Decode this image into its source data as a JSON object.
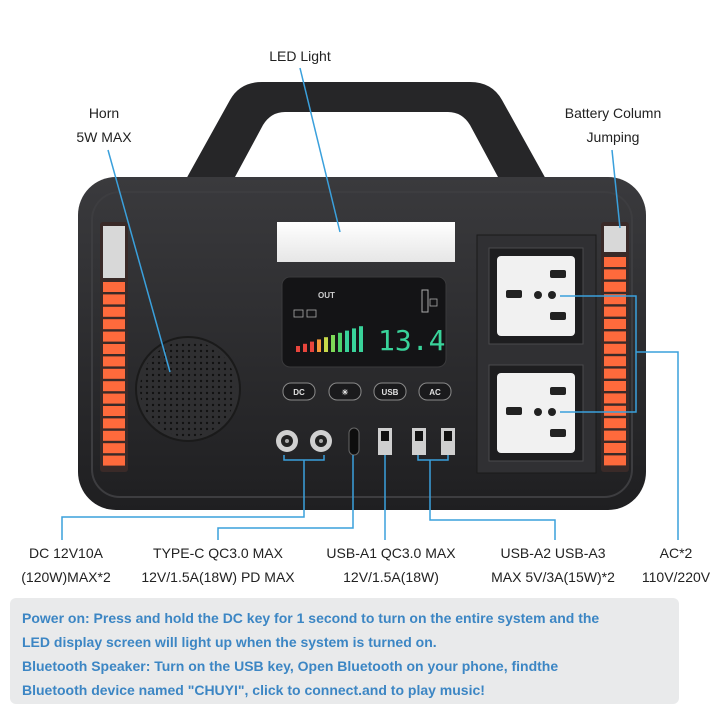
{
  "callouts": {
    "led_light": "LED Light",
    "horn_line1": "Horn",
    "horn_line2": "5W MAX",
    "battery_line1": "Battery Column",
    "battery_line2": "Jumping"
  },
  "panel": {
    "out_label": "OUT",
    "display_digits": "13.4",
    "buttons": [
      "DC",
      "☀",
      "USB",
      "AC"
    ]
  },
  "specs": [
    {
      "line1": "DC 12V10A",
      "line2": "(120W)MAX*2"
    },
    {
      "line1": "TYPE-C QC3.0 MAX",
      "line2": "12V/1.5A(18W) PD MAX"
    },
    {
      "line1": "USB-A1 QC3.0 MAX",
      "line2": "12V/1.5A(18W)"
    },
    {
      "line1": "USB-A2 USB-A3",
      "line2": "MAX 5V/3A(15W)*2"
    },
    {
      "line1": "AC*2",
      "line2": "110V/220V"
    }
  ],
  "notes": {
    "line1": "Power on: Press and hold the DC key for 1 second to turn on the entire system and the",
    "line2": "LED display screen will light up when the system is turned on.",
    "line3": "Bluetooth Speaker: Turn on the USB key, Open Bluetooth on your phone, findthe",
    "line4": "Bluetooth device named \"CHUYI\", click to connect.and to play music!"
  },
  "colors": {
    "body": "#2a2a2c",
    "callout_line": "#3aa0dc",
    "led_bar": "#ff6a3c",
    "note_text": "#3c86c4",
    "display_green": "#39d39a"
  }
}
